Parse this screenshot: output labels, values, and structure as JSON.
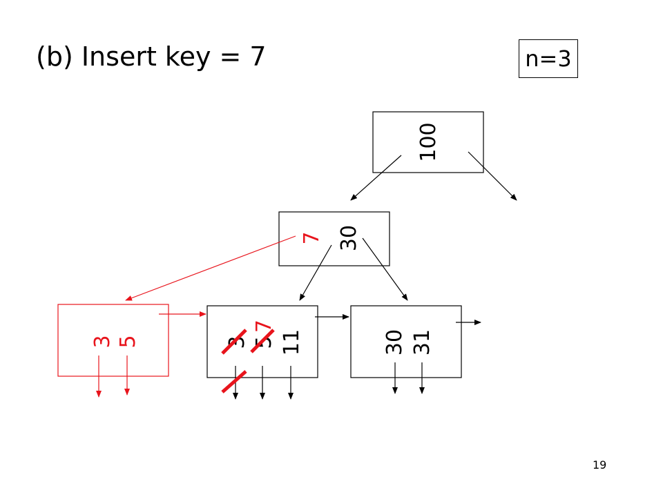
{
  "title": "(b) Insert key = 7",
  "node_count": "n=3",
  "page_number": "19",
  "colors": {
    "highlight": "#e8141c",
    "ink": "#000000"
  },
  "tree": {
    "root": {
      "keys": [
        "100"
      ]
    },
    "internal": {
      "keys": [
        "7",
        "30"
      ],
      "new_key": "7"
    },
    "leaf_new": {
      "keys": [
        "3",
        "5"
      ]
    },
    "leaf_split": {
      "keys": [
        "3",
        "5",
        "11"
      ],
      "inserted_key": "7",
      "struck_keys": [
        "3",
        "5"
      ]
    },
    "leaf_right": {
      "keys": [
        "30",
        "31"
      ]
    }
  }
}
